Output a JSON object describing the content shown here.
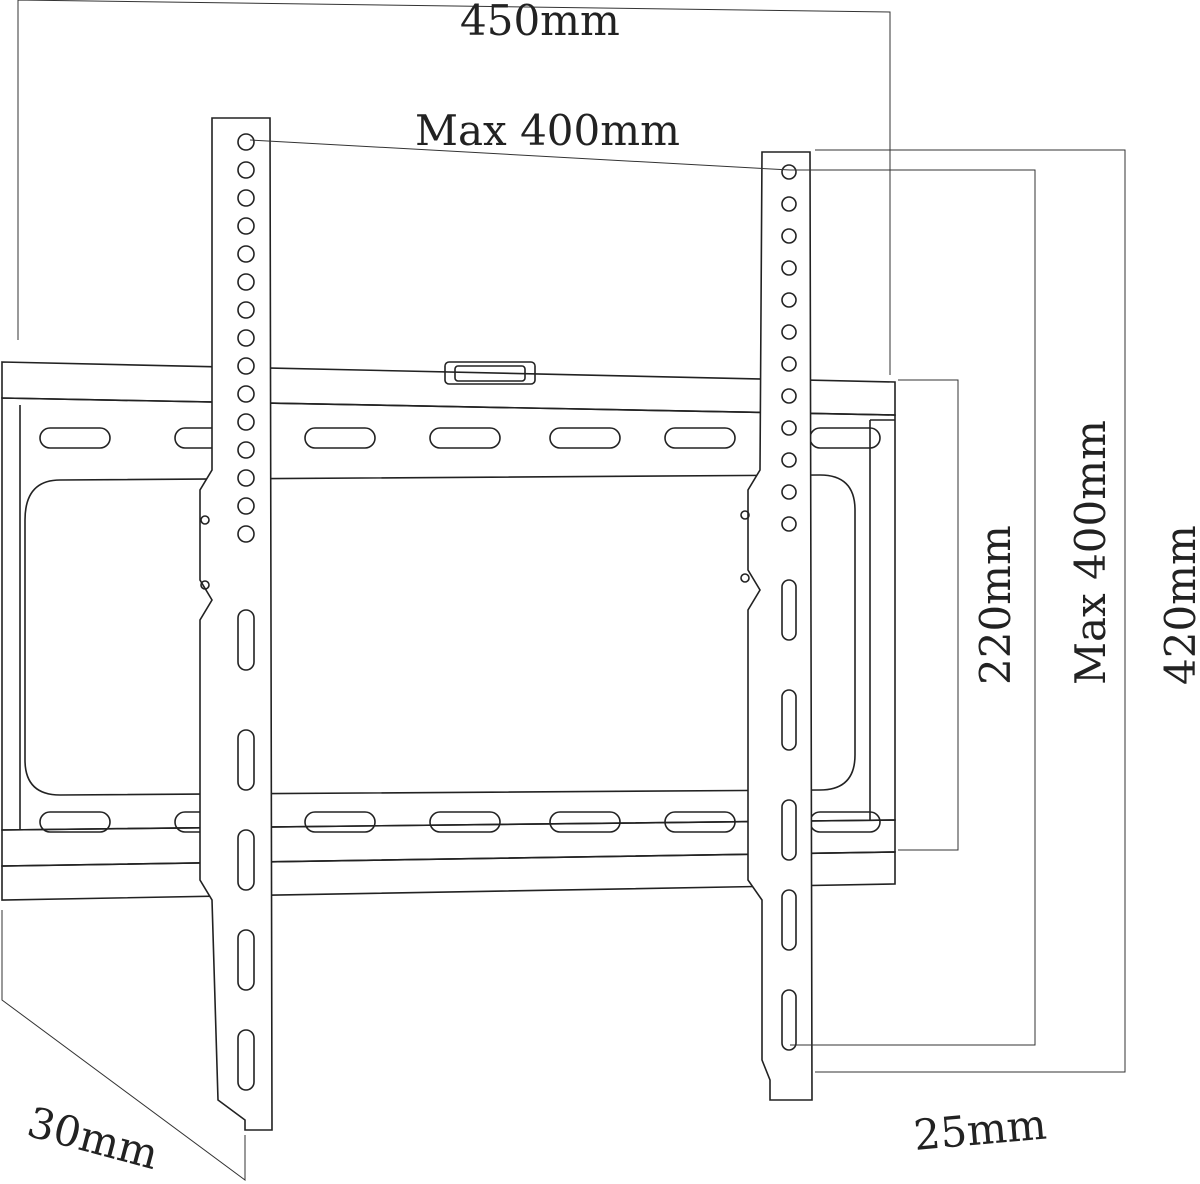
{
  "dimensions": {
    "overall_width": "450mm",
    "max_horizontal_spacing": "Max 400mm",
    "frame_height": "220mm",
    "max_vertical_spacing": "Max 400mm",
    "overall_height": "420mm",
    "depth": "30mm",
    "wall_distance": "25mm"
  }
}
